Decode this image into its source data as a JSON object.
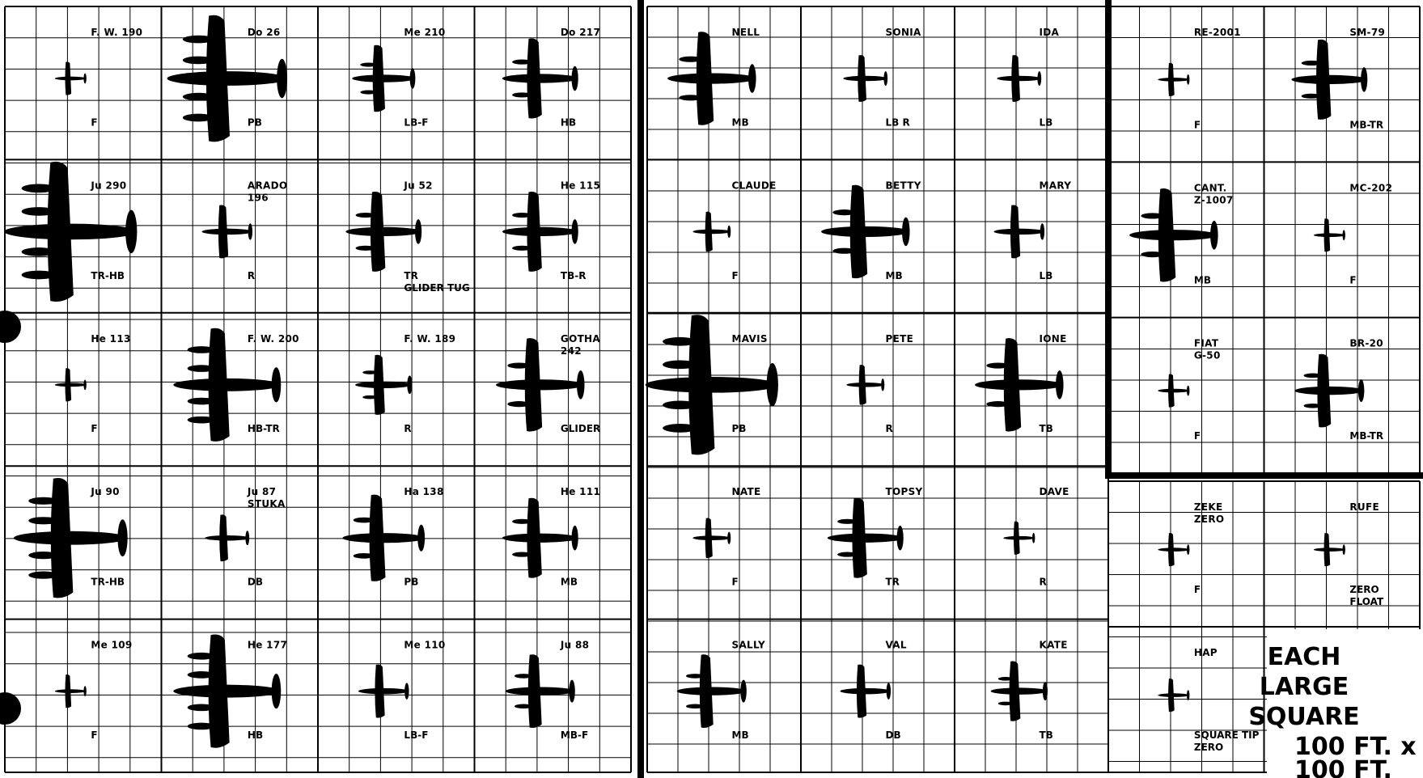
{
  "legend": {
    "lines": [
      "EACH",
      "LARGE",
      "SQUARE",
      "100 FT. x",
      "100 FT."
    ]
  },
  "colors": {
    "ink": "#000000",
    "paper": "#ffffff"
  },
  "panels": [
    {
      "id": "german",
      "columns": 4,
      "rows": 5,
      "aircraft": [
        {
          "name": [
            "F. W. 190"
          ],
          "role": [
            "F"
          ],
          "size": 0.5
        },
        {
          "name": [
            "Do 26"
          ],
          "role": [
            "PB"
          ],
          "size": 1.9
        },
        {
          "name": [
            "Me 210"
          ],
          "role": [
            "LB-F"
          ],
          "size": 1.0
        },
        {
          "name": [
            "Do 217"
          ],
          "role": [
            "HB"
          ],
          "size": 1.2
        },
        {
          "name": [
            "Ju 290"
          ],
          "role": [
            "TR-HB"
          ],
          "size": 2.1
        },
        {
          "name": [
            "ARADO",
            "196"
          ],
          "role": [
            "R"
          ],
          "size": 0.8
        },
        {
          "name": [
            "Ju 52"
          ],
          "role": [
            "TR",
            "GLIDER TUG"
          ],
          "size": 1.2
        },
        {
          "name": [
            "He 115"
          ],
          "role": [
            "TB-R"
          ],
          "size": 1.2
        },
        {
          "name": [
            "He 113"
          ],
          "role": [
            "F"
          ],
          "size": 0.5
        },
        {
          "name": [
            "F. W. 200"
          ],
          "role": [
            "HB-TR"
          ],
          "size": 1.7
        },
        {
          "name": [
            "F. W. 189"
          ],
          "role": [
            "R"
          ],
          "size": 0.9
        },
        {
          "name": [
            "GOTHA",
            "242"
          ],
          "role": [
            "GLIDER"
          ],
          "size": 1.4
        },
        {
          "name": [
            "Ju 90"
          ],
          "role": [
            "TR-HB"
          ],
          "size": 1.8
        },
        {
          "name": [
            "Ju 87",
            "STUKA"
          ],
          "role": [
            "DB"
          ],
          "size": 0.7
        },
        {
          "name": [
            "Ha 138"
          ],
          "role": [
            "PB"
          ],
          "size": 1.3
        },
        {
          "name": [
            "He 111"
          ],
          "role": [
            "MB"
          ],
          "size": 1.2
        },
        {
          "name": [
            "Me 109"
          ],
          "role": [
            "F"
          ],
          "size": 0.5
        },
        {
          "name": [
            "He 177"
          ],
          "role": [
            "HB"
          ],
          "size": 1.7
        },
        {
          "name": [
            "Me 110"
          ],
          "role": [
            "LB-F"
          ],
          "size": 0.8
        },
        {
          "name": [
            "Ju 88"
          ],
          "role": [
            "MB-F"
          ],
          "size": 1.1
        }
      ]
    },
    {
      "id": "japanese",
      "columns": 3,
      "rows": 5,
      "aircraft": [
        {
          "name": [
            "NELL"
          ],
          "role": [
            "MB"
          ],
          "size": 1.4
        },
        {
          "name": [
            "SONIA"
          ],
          "role": [
            "LB R"
          ],
          "size": 0.7
        },
        {
          "name": [
            "IDA"
          ],
          "role": [
            "LB"
          ],
          "size": 0.7
        },
        {
          "name": [
            "CLAUDE"
          ],
          "role": [
            "F"
          ],
          "size": 0.6
        },
        {
          "name": [
            "BETTY"
          ],
          "role": [
            "MB"
          ],
          "size": 1.4
        },
        {
          "name": [
            "MARY"
          ],
          "role": [
            "LB"
          ],
          "size": 0.8
        },
        {
          "name": [
            "MAVIS"
          ],
          "role": [
            "PB"
          ],
          "size": 2.1
        },
        {
          "name": [
            "PETE"
          ],
          "role": [
            "R"
          ],
          "size": 0.6
        },
        {
          "name": [
            "IONE"
          ],
          "role": [
            "TB"
          ],
          "size": 1.4
        },
        {
          "name": [
            "NATE"
          ],
          "role": [
            "F"
          ],
          "size": 0.6
        },
        {
          "name": [
            "TOPSY"
          ],
          "role": [
            "TR"
          ],
          "size": 1.2
        },
        {
          "name": [
            "DAVE"
          ],
          "role": [
            "R"
          ],
          "size": 0.5
        },
        {
          "name": [
            "SALLY"
          ],
          "role": [
            "MB"
          ],
          "size": 1.1
        },
        {
          "name": [
            "VAL"
          ],
          "role": [
            "DB"
          ],
          "size": 0.8
        },
        {
          "name": [
            "KATE"
          ],
          "role": [
            "TB"
          ],
          "size": 0.9
        }
      ]
    },
    {
      "id": "italian",
      "columns": 2,
      "rows": 3,
      "aircraft": [
        {
          "name": [
            "RE-2001"
          ],
          "role": [
            "F"
          ],
          "size": 0.5
        },
        {
          "name": [
            "SM-79"
          ],
          "role": [
            "MB-TR"
          ],
          "size": 1.2
        },
        {
          "name": [
            "CANT.",
            "Z-1007"
          ],
          "role": [
            "MB"
          ],
          "size": 1.4
        },
        {
          "name": [
            "MC-202"
          ],
          "role": [
            "F"
          ],
          "size": 0.5
        },
        {
          "name": [
            "FIAT",
            "G-50"
          ],
          "role": [
            "F"
          ],
          "size": 0.5
        },
        {
          "name": [
            "BR-20"
          ],
          "role": [
            "MB-TR"
          ],
          "size": 1.1
        }
      ]
    },
    {
      "id": "japanese-extra",
      "columns": 2,
      "rows": 2,
      "aircraft": [
        {
          "name": [
            "ZEKE",
            "ZERO"
          ],
          "role": [
            "F"
          ],
          "size": 0.5
        },
        {
          "name": [
            "RUFE"
          ],
          "role": [
            "ZERO",
            "FLOAT"
          ],
          "size": 0.5
        },
        {
          "name": [
            "HAP"
          ],
          "role": [
            "SQUARE TIP",
            "ZERO"
          ],
          "size": 0.5
        }
      ]
    }
  ]
}
